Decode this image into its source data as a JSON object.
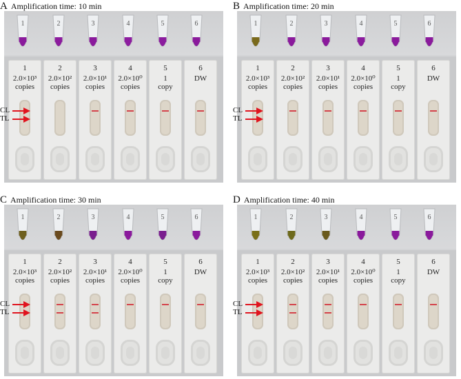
{
  "panels": [
    {
      "letter": "A",
      "title": "Amplification time: 10 min",
      "tube_colors": [
        "#8a1a9c",
        "#8c1c9e",
        "#8a1a9c",
        "#8d1ea0",
        "#8b1c9e",
        "#8a1a9c"
      ],
      "strips": [
        {
          "num": "1",
          "amount": "2.0×10³",
          "unit": "copies",
          "cl": false,
          "tl": false
        },
        {
          "num": "2",
          "amount": "2.0×10²",
          "unit": "copies",
          "cl": false,
          "tl": false
        },
        {
          "num": "3",
          "amount": "2.0×10¹",
          "unit": "copies",
          "cl": true,
          "tl": false
        },
        {
          "num": "4",
          "amount": "2.0×10⁰",
          "unit": "copies",
          "cl": true,
          "tl": false
        },
        {
          "num": "5",
          "amount": "1",
          "unit": "copy",
          "cl": true,
          "tl": false
        },
        {
          "num": "6",
          "amount": "DW",
          "unit": "",
          "cl": true,
          "tl": false
        }
      ]
    },
    {
      "letter": "B",
      "title": "Amplification time: 20 min",
      "tube_colors": [
        "#7a6a1c",
        "#8a1a9c",
        "#8a1a9c",
        "#8b1c9e",
        "#8a1a9c",
        "#8a1a9c"
      ],
      "strips": [
        {
          "num": "1",
          "amount": "2.0×10³",
          "unit": "copies",
          "cl": true,
          "tl": true
        },
        {
          "num": "2",
          "amount": "2.0×10²",
          "unit": "copies",
          "cl": true,
          "tl": false
        },
        {
          "num": "3",
          "amount": "2.0×10¹",
          "unit": "copies",
          "cl": true,
          "tl": false
        },
        {
          "num": "4",
          "amount": "2.0×10⁰",
          "unit": "copies",
          "cl": true,
          "tl": false
        },
        {
          "num": "5",
          "amount": "1",
          "unit": "copy",
          "cl": true,
          "tl": false
        },
        {
          "num": "6",
          "amount": "DW",
          "unit": "",
          "cl": true,
          "tl": false
        }
      ]
    },
    {
      "letter": "C",
      "title": "Amplification time: 30 min",
      "tube_colors": [
        "#6e5f1e",
        "#6a4a1e",
        "#7a1e8e",
        "#8a1a9c",
        "#7a1e8e",
        "#8a1a9c"
      ],
      "strips": [
        {
          "num": "1",
          "amount": "2.0×10³",
          "unit": "copies",
          "cl": true,
          "tl": true
        },
        {
          "num": "2",
          "amount": "2.0×10²",
          "unit": "copies",
          "cl": true,
          "tl": true
        },
        {
          "num": "3",
          "amount": "2.0×10¹",
          "unit": "copies",
          "cl": true,
          "tl": true
        },
        {
          "num": "4",
          "amount": "2.0×10⁰",
          "unit": "copies",
          "cl": true,
          "tl": false
        },
        {
          "num": "5",
          "amount": "1",
          "unit": "copy",
          "cl": true,
          "tl": false
        },
        {
          "num": "6",
          "amount": "DW",
          "unit": "",
          "cl": true,
          "tl": false
        }
      ]
    },
    {
      "letter": "D",
      "title": "Amplification time: 40 min",
      "tube_colors": [
        "#7a7018",
        "#6e6a1c",
        "#6a5a1c",
        "#8a1a9c",
        "#8a1a9c",
        "#8a1a9c"
      ],
      "strips": [
        {
          "num": "1",
          "amount": "2.0×10³",
          "unit": "copies",
          "cl": true,
          "tl": true
        },
        {
          "num": "2",
          "amount": "2.0×10²",
          "unit": "copies",
          "cl": true,
          "tl": true
        },
        {
          "num": "3",
          "amount": "2.0×10¹",
          "unit": "copies",
          "cl": true,
          "tl": true
        },
        {
          "num": "4",
          "amount": "2.0×10⁰",
          "unit": "copies",
          "cl": true,
          "tl": false
        },
        {
          "num": "5",
          "amount": "1",
          "unit": "copy",
          "cl": true,
          "tl": false
        },
        {
          "num": "6",
          "amount": "DW",
          "unit": "",
          "cl": true,
          "tl": false
        }
      ]
    }
  ],
  "annotations": {
    "cl": "CL",
    "tl": "TL",
    "arrow_color": "#e0141e"
  }
}
